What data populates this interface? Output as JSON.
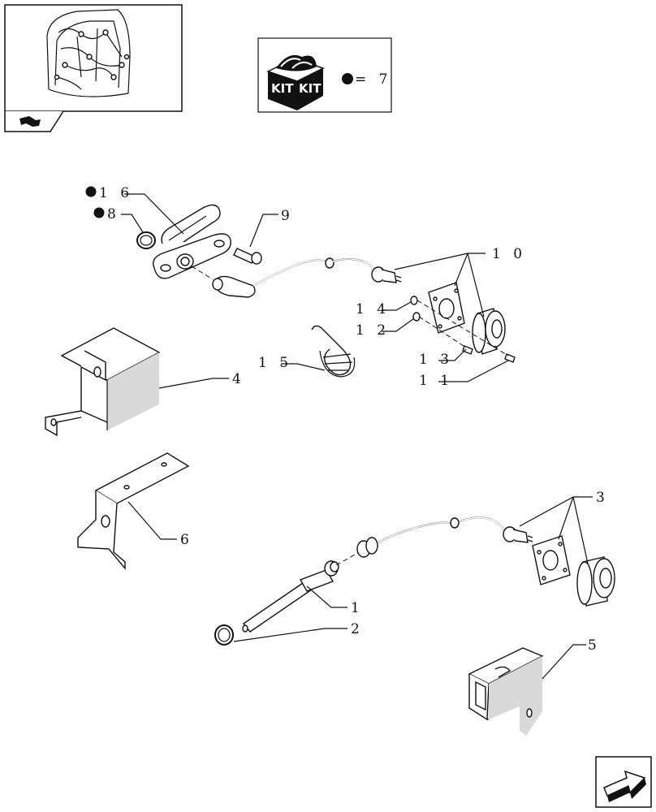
{
  "kit_legend": {
    "box_text": "KIT",
    "legend_text": "= 7"
  },
  "callouts": {
    "c16": "1 6",
    "c8": "8",
    "c9": "9",
    "c10": "1 0",
    "c14": "1 4",
    "c12": "1 2",
    "c15": "1 5",
    "c13": "1 3",
    "c11": "1 1",
    "c4": "4",
    "c3": "3",
    "c6": "6",
    "c1": "1",
    "c2": "2",
    "c5": "5"
  },
  "icons": [
    "overview-thumbnail",
    "nav-arrow-icon",
    "kit-box-icon",
    "bullet-dot-icon",
    "next-page-arrow-icon"
  ]
}
